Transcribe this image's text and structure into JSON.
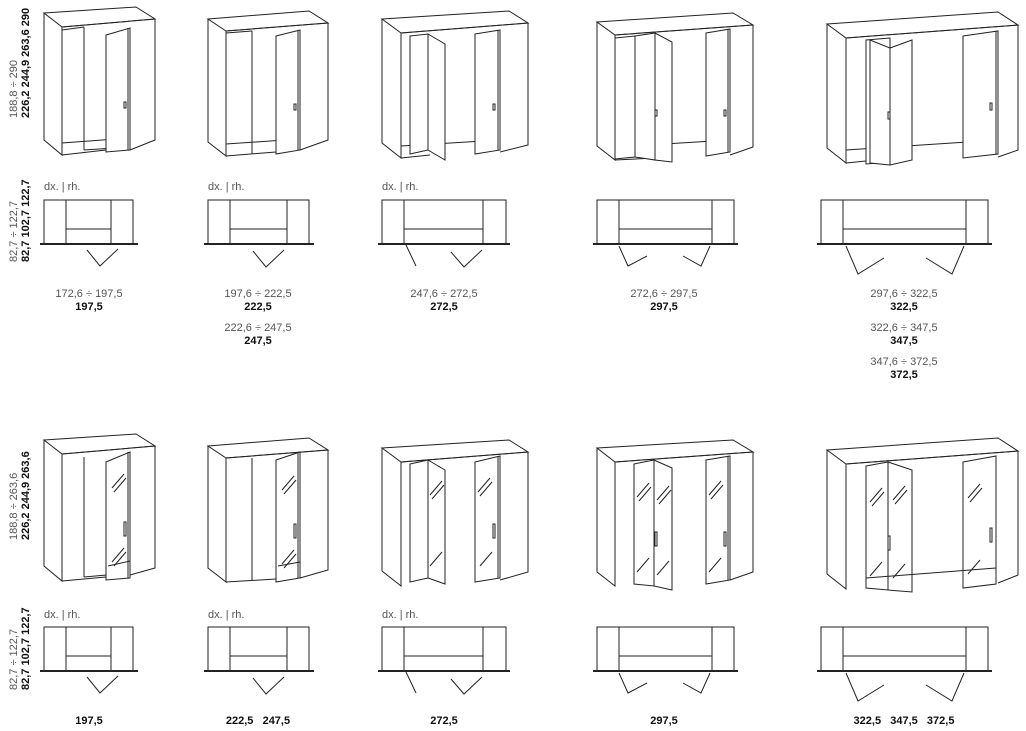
{
  "top_row": {
    "height_labels": {
      "line1": "188,8 ÷ 290",
      "line2_a": "226,2",
      "line2_b": "244,9",
      "line2_c": "263,6",
      "line2_d": "290"
    },
    "depth_labels": {
      "line1": "82,7 ÷ 122,7",
      "line2_a": "82,7",
      "line2_b": "102,7",
      "line2_c": "122,7"
    },
    "plan_tags": [
      "dx. | rh.",
      "dx. | rh.",
      "dx. | rh."
    ],
    "widths": [
      [
        {
          "range": "172,6 ÷ 197,5",
          "value": "197,5"
        }
      ],
      [
        {
          "range": "197,6 ÷ 222,5",
          "value": "222,5"
        },
        {
          "range": "222,6 ÷ 247,5",
          "value": "247,5"
        }
      ],
      [
        {
          "range": "247,6 ÷ 272,5",
          "value": "272,5"
        }
      ],
      [
        {
          "range": "272,6 ÷ 297,5",
          "value": "297,5"
        }
      ],
      [
        {
          "range": "297,6 ÷ 322,5",
          "value": "322,5"
        },
        {
          "range": "322,6 ÷ 347,5",
          "value": "347,5"
        },
        {
          "range": "347,6 ÷ 372,5",
          "value": "372,5"
        }
      ]
    ]
  },
  "bottom_row": {
    "height_labels": {
      "line1": "188,8 ÷ 263,6",
      "line2_a": "226,2",
      "line2_b": "244,9",
      "line2_c": "263,6"
    },
    "depth_labels": {
      "line1": "82,7 ÷ 122,7",
      "line2_a": "82,7",
      "line2_b": "102,7",
      "line2_c": "122,7"
    },
    "plan_tags": [
      "dx. | rh.",
      "dx. | rh.",
      "dx. | rh."
    ],
    "widths": [
      "197,5",
      "222,5   247,5",
      "272,5",
      "297,5",
      "322,5   347,5   372,5"
    ]
  }
}
